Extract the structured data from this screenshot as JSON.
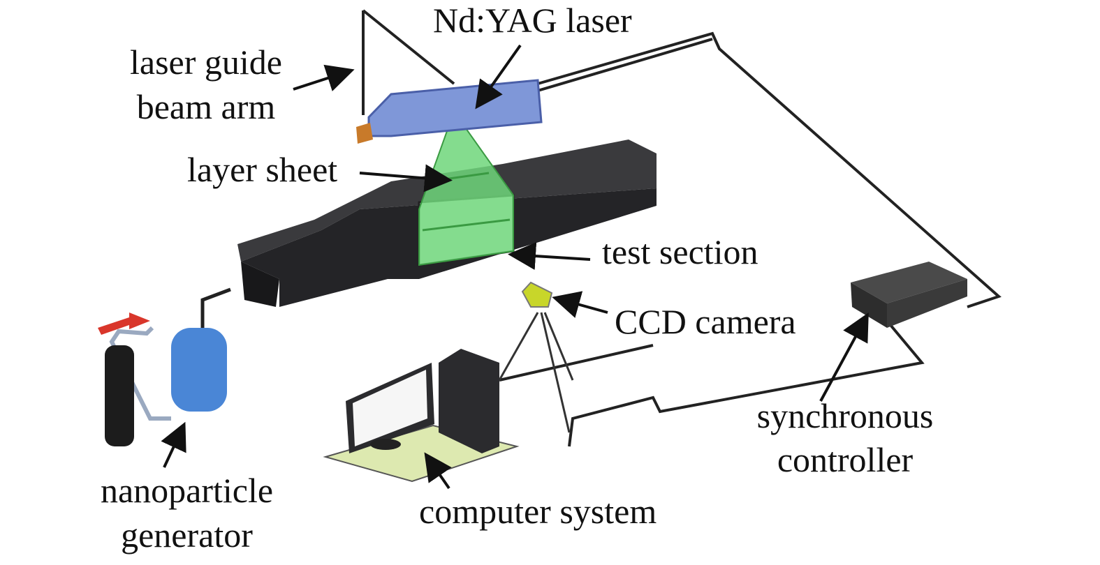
{
  "labels": {
    "laser": "Nd:YAG laser",
    "arm_line1": "laser guide",
    "arm_line2": "beam arm",
    "sheet": "layer sheet",
    "test_section": "test section",
    "camera": "CCD camera",
    "controller_line1": "synchronous",
    "controller_line2": "controller",
    "generator_line1": "nanoparticle",
    "generator_line2": "generator",
    "computer": "computer system"
  },
  "colors": {
    "laser_body": "#7f97d8",
    "laser_sheet": "#6fd67a",
    "tunnel": "#2b2b2e",
    "generator_tank": "#4a86d6",
    "gas_cylinder": "#1c1c1c",
    "camera": "#c8d62a",
    "desk": "#dde9b0",
    "flow_arrow": "#d9362b",
    "cable": "#222222"
  }
}
